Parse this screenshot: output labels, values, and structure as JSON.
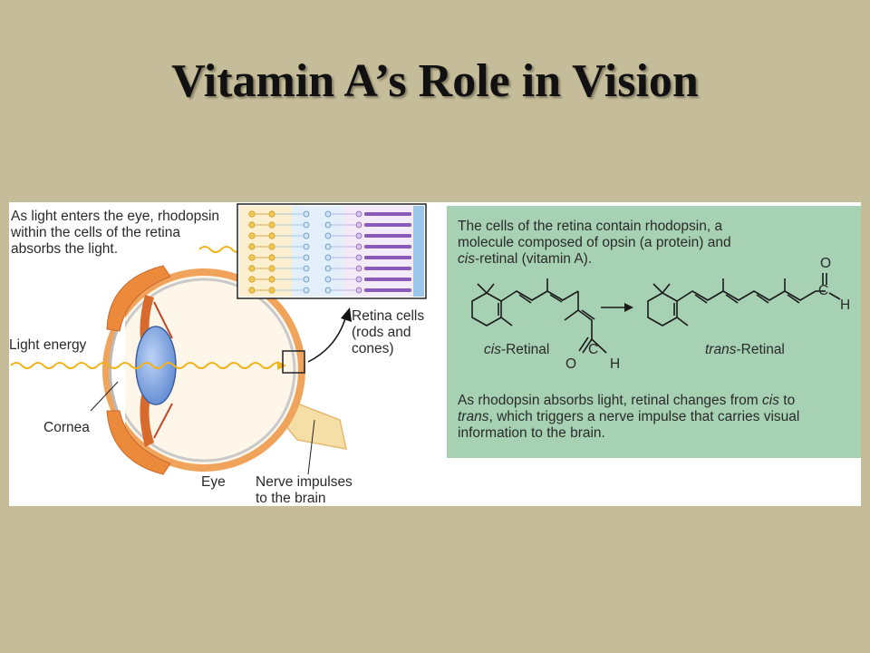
{
  "slide": {
    "title": "Vitamin A’s Role in Vision"
  },
  "eye_panel": {
    "intro_line1": "As light enters the eye, rhodopsin",
    "intro_line2": "within the cells of the retina",
    "intro_line3": "absorbs the light.",
    "light_energy": "Light energy",
    "cornea": "Cornea",
    "eye": "Eye",
    "retina_cells_1": "Retina cells",
    "retina_cells_2": "(rods and",
    "retina_cells_3": "cones)",
    "nerve_1": "Nerve impulses",
    "nerve_2": "to the brain"
  },
  "chem_panel": {
    "desc_line1": "The cells of the retina contain rhodopsin, a",
    "desc_line2": "molecule composed of opsin (a protein) and",
    "desc_line3_italic": "cis",
    "desc_line3_rest": "-retinal (vitamin A).",
    "cis_italic": "cis",
    "cis_rest": "-Retinal",
    "trans_italic": "trans",
    "trans_rest": "-Retinal",
    "atom_O": "O",
    "atom_C": "C",
    "atom_H": "H",
    "result_line1_a": "As rhodopsin absorbs light, retinal changes from ",
    "result_line1_cis": "cis",
    "result_line1_b": " to",
    "result_line2_trans": "trans",
    "result_line2_rest": ", which triggers a nerve impulse that carries visual",
    "result_line3": "information to the brain."
  },
  "colors": {
    "background": "#c5bc99",
    "green_panel": "#a6d1b3",
    "light_ray": "#f2b21c",
    "muscle_orange": "#e9823a",
    "lens_blue": "#6d94d8",
    "rod_purple": "#8a5cb8",
    "cone_yellow": "#f0c850"
  }
}
